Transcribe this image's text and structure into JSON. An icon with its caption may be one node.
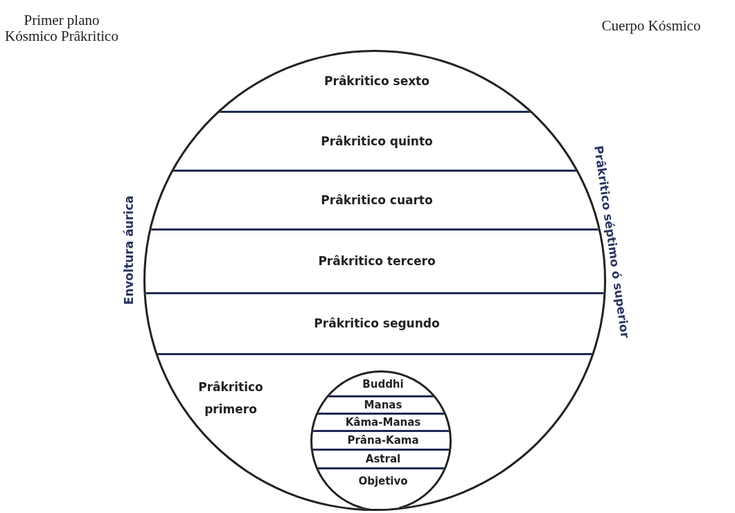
{
  "diagram": {
    "nodes": [
      {
        "text": [],
        "shape": "circle"
      },
      {
        "text": [
          "Prâkritico sexto"
        ],
        "in": 0
      },
      {
        "text": [
          "Prâkritico quinto"
        ],
        "in": 0
      },
      {
        "text": [
          "Prâkritico cuarto"
        ],
        "in": 0
      },
      {
        "text": [
          "Prâkritico tercero"
        ],
        "in": 0
      },
      {
        "text": [
          "Prâkritico segundo"
        ],
        "in": 0
      },
      {
        "text": [
          "Prâkritico primero"
        ],
        "in": 0
      },
      {
        "text": [],
        "shape": "circle",
        "in": 6
      },
      {
        "text": [
          "Buddhi"
        ],
        "in": 7
      },
      {
        "text": [
          "Manas"
        ],
        "in": 7
      },
      {
        "text": [
          "Kâma-Manas"
        ],
        "in": 7
      },
      {
        "text": [
          "Prâna-Kama"
        ],
        "in": 7
      },
      {
        "text": [
          "Astral"
        ],
        "in": 7
      },
      {
        "text": [
          "Objetivo"
        ],
        "in": 7
      }
    ],
    "labels": [
      "Primer plano Kósmico Prâkritico",
      "Cuerpo Kósmico",
      "Envoltura áurica",
      "Prâkritico séptimo ó superior"
    ]
  }
}
